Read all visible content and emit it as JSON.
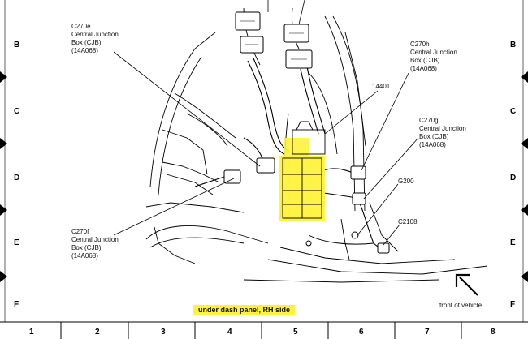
{
  "row_letters": [
    "B",
    "C",
    "D",
    "E",
    "F"
  ],
  "column_numbers": [
    "1",
    "2",
    "3",
    "4",
    "5",
    "6",
    "7",
    "8"
  ],
  "callouts": {
    "c270e": {
      "connector": "C270e",
      "line2": "Central Junction",
      "line3": "Box (CJB)",
      "line4": "(14A068)"
    },
    "c270h": {
      "connector": "C270h",
      "line2": "Central Junction",
      "line3": "Box (CJB)",
      "line4": "(14A068)"
    },
    "c270g": {
      "connector": "C270g",
      "line2": "Central Junction",
      "line3": "Box (CJB)",
      "line4": "(14A068)"
    },
    "c270f": {
      "connector": "C270f",
      "line2": "Central Junction",
      "line3": "Box (CJB)",
      "line4": "(14A068)"
    },
    "wire_14401": "14401",
    "ground_g200": "G200",
    "connector_c2108": "C2108"
  },
  "front_of_vehicle_label": "front of vehicle",
  "caption": "under dash panel, RH side",
  "colors": {
    "highlight": "#fff33b",
    "line": "#000000"
  }
}
